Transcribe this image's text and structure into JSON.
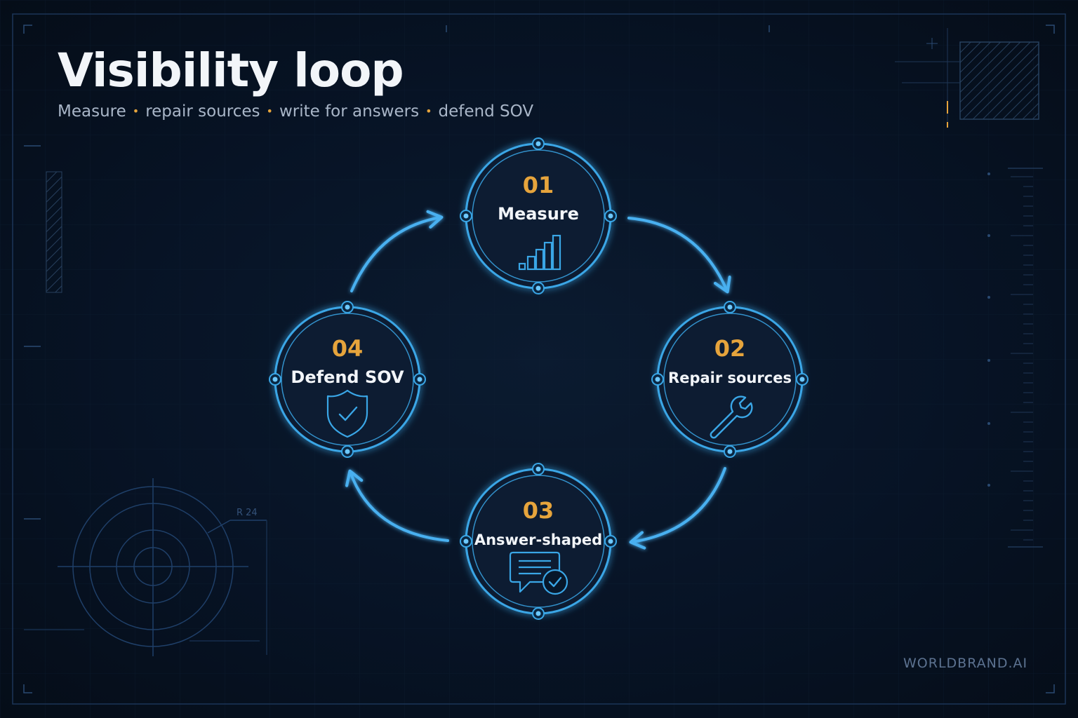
{
  "header": {
    "title": "Visibility loop",
    "subtitle_parts": [
      "Measure",
      "repair sources",
      "write for answers",
      "defend SOV"
    ]
  },
  "nodes": [
    {
      "number": "01",
      "label": "Measure",
      "icon": "bar-chart-icon"
    },
    {
      "number": "02",
      "label": "Repair sources",
      "icon": "wrench-icon"
    },
    {
      "number": "03",
      "label": "Answer-shaped",
      "icon": "chat-check-icon"
    },
    {
      "number": "04",
      "label": "Defend SOV",
      "icon": "shield-check-icon"
    }
  ],
  "decor": {
    "radius_label": "R 24"
  },
  "footer": {
    "brand": "WORLDBRAND.AI"
  },
  "colors": {
    "background": "#06101d",
    "ring": "#3aa6e6",
    "accent": "#e6a43c",
    "text": "#f2f5f9",
    "muted": "#a9b6c8"
  }
}
